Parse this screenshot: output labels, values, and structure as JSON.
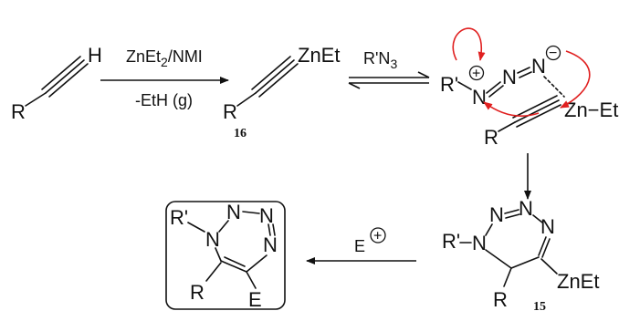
{
  "reagents": {
    "step1_top": "ZnEt2/NMI",
    "step1_top_base": "ZnEt",
    "step1_top_sub": "2",
    "step1_top_rest": "/NMI",
    "step1_bottom": "-EtH (g)",
    "step2_top": "R'N3",
    "step2_top_base": "R'N",
    "step2_top_sub": "3",
    "step4_top": "E"
  },
  "alkyne": {
    "R": "R",
    "H": "H"
  },
  "zinc_acetylide": {
    "R": "R",
    "metal": "ZnEt",
    "compound_number": "16"
  },
  "transition_state": {
    "R_prime": "R'",
    "N1": "N",
    "N2": "N",
    "N3": "N",
    "plus": "+",
    "minus": "−",
    "zinc": "Zn−Et",
    "R": "R"
  },
  "triazolyl_zinc": {
    "R_prime": "R'",
    "N1": "N",
    "N2": "N",
    "N3": "N",
    "metal": "ZnEt",
    "R": "R",
    "compound_number": "15"
  },
  "product": {
    "R_prime": "R'",
    "N1": "N",
    "N2": "N",
    "N3": "N",
    "R": "R",
    "E": "E"
  },
  "colors": {
    "ink": "#111111",
    "curly_arrows": "#e02020"
  }
}
